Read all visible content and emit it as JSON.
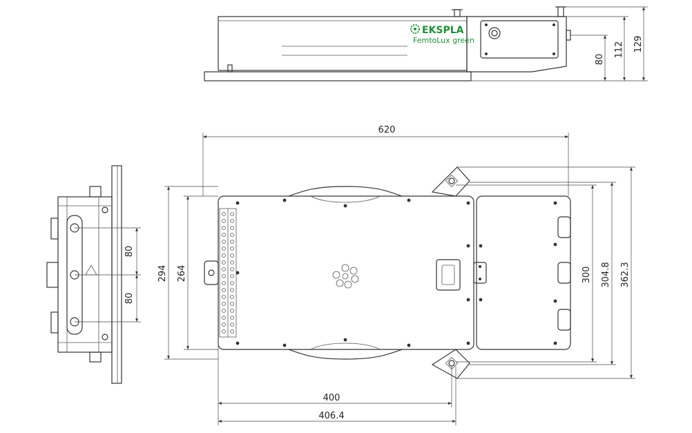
{
  "brand": {
    "logo_text": "EKSPLA",
    "model_name": "FemtoLux green",
    "brand_color": "#1f8f3a"
  },
  "dimensions": {
    "top_view_height_80": "80",
    "top_view_height_112": "112",
    "top_view_height_129": "129",
    "overall_length": "620",
    "width_294": "294",
    "width_264": "264",
    "mount_width_300": "300",
    "mount_width_304_8": "304.8",
    "mount_width_362_3": "362.3",
    "length_400": "400",
    "length_406_4": "406.4",
    "side_pitch_upper": "80",
    "side_pitch_lower": "80"
  },
  "colors": {
    "line": "#333333",
    "background": "#ffffff"
  }
}
